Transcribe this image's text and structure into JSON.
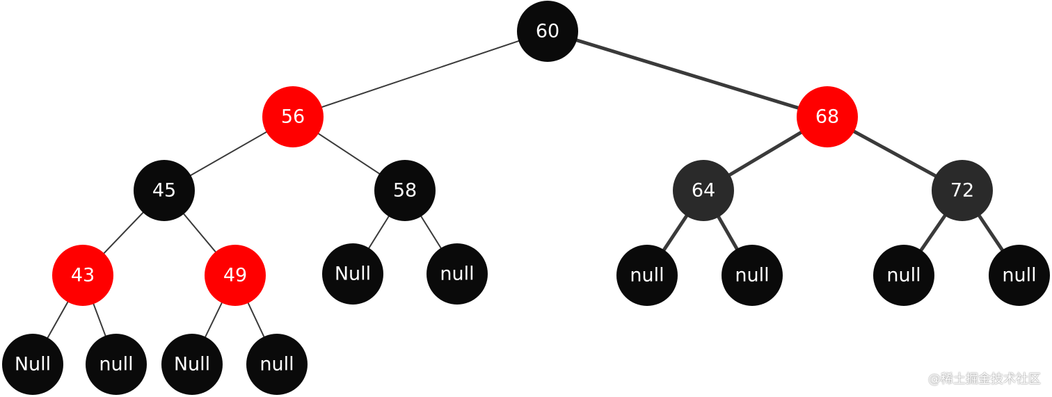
{
  "colors": {
    "red": "#ff0000",
    "black": "#0a0a0a",
    "dark": "#2a2a2a",
    "edge": "#3a3a3a",
    "text": "#ffffff"
  },
  "tree": {
    "nodes": [
      {
        "id": "n60",
        "label": "60",
        "color": "black"
      },
      {
        "id": "n56",
        "label": "56",
        "color": "red"
      },
      {
        "id": "n68",
        "label": "68",
        "color": "red"
      },
      {
        "id": "n45",
        "label": "45",
        "color": "black"
      },
      {
        "id": "n58",
        "label": "58",
        "color": "black"
      },
      {
        "id": "n64",
        "label": "64",
        "color": "dark"
      },
      {
        "id": "n72",
        "label": "72",
        "color": "dark"
      },
      {
        "id": "n43",
        "label": "43",
        "color": "red"
      },
      {
        "id": "n49",
        "label": "49",
        "color": "red"
      },
      {
        "id": "l58a",
        "label": "Null",
        "color": "black"
      },
      {
        "id": "l58b",
        "label": "null",
        "color": "black"
      },
      {
        "id": "l64a",
        "label": "null",
        "color": "black"
      },
      {
        "id": "l64b",
        "label": "null",
        "color": "black"
      },
      {
        "id": "l72a",
        "label": "null",
        "color": "black"
      },
      {
        "id": "l72b",
        "label": "null",
        "color": "black"
      },
      {
        "id": "l43a",
        "label": "Null",
        "color": "black"
      },
      {
        "id": "l43b",
        "label": "null",
        "color": "black"
      },
      {
        "id": "l49a",
        "label": "Null",
        "color": "black"
      },
      {
        "id": "l49b",
        "label": "null",
        "color": "black"
      }
    ],
    "edges": [
      {
        "from": "n60",
        "to": "n56",
        "style": "thin"
      },
      {
        "from": "n60",
        "to": "n68",
        "style": "thick"
      },
      {
        "from": "n56",
        "to": "n45",
        "style": "thin"
      },
      {
        "from": "n56",
        "to": "n58",
        "style": "thin"
      },
      {
        "from": "n68",
        "to": "n64",
        "style": "thick"
      },
      {
        "from": "n68",
        "to": "n72",
        "style": "thick"
      },
      {
        "from": "n45",
        "to": "n43",
        "style": "thin"
      },
      {
        "from": "n45",
        "to": "n49",
        "style": "thin"
      },
      {
        "from": "n58",
        "to": "l58a",
        "style": "thin"
      },
      {
        "from": "n58",
        "to": "l58b",
        "style": "thin"
      },
      {
        "from": "n64",
        "to": "l64a",
        "style": "thick"
      },
      {
        "from": "n64",
        "to": "l64b",
        "style": "thick"
      },
      {
        "from": "n72",
        "to": "l72a",
        "style": "thick"
      },
      {
        "from": "n72",
        "to": "l72b",
        "style": "thick"
      },
      {
        "from": "n43",
        "to": "l43a",
        "style": "thin"
      },
      {
        "from": "n43",
        "to": "l43b",
        "style": "thin"
      },
      {
        "from": "n49",
        "to": "l49a",
        "style": "thin"
      },
      {
        "from": "n49",
        "to": "l49b",
        "style": "thin"
      }
    ]
  },
  "watermark": {
    "text": "@稀土掘金技术社区"
  }
}
